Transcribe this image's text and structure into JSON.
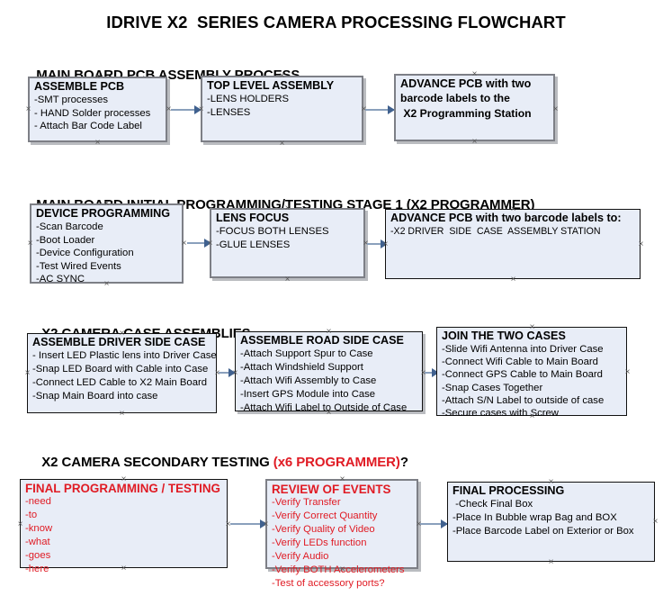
{
  "document": {
    "title": "IDRIVE X2  SERIES CAMERA PROCESSING FLOWCHART",
    "colors": {
      "box_fill": "#e8edf7",
      "box_border_black": "#111111",
      "box_border_gray": "#7d7f86",
      "accent_red": "#e01b24",
      "connector": "#8aa0bc",
      "arrow_head": "#40618f",
      "background": "#ffffff"
    }
  },
  "sections": [
    {
      "id": "main-board-pcb-assembly",
      "heading": "MAIN BOARD PCB ASSEMBLY PROCESS",
      "heading_accent": "",
      "heading_tail": "",
      "boxes": [
        {
          "id": "assemble-pcb",
          "title": "ASSEMBLE PCB",
          "lines": [
            "-SMT processes",
            "- HAND Solder processes",
            "- Attach Bar Code Label"
          ]
        },
        {
          "id": "top-level-assembly",
          "title": "TOP LEVEL ASSEMBLY",
          "lines": [
            "-LENS HOLDERS",
            "-LENSES"
          ]
        },
        {
          "id": "advance-pcb-to-x2-programming-station",
          "title": "ADVANCE PCB with two",
          "lines": [
            "barcode labels to the",
            " X2 Programming Station"
          ]
        }
      ]
    },
    {
      "id": "main-board-initial-programming",
      "heading": "MAIN BOARD INITIAL PROGRAMMING/TESTING STAGE 1 (X2 PROGRAMMER)",
      "boxes": [
        {
          "id": "device-programming",
          "title": "DEVICE PROGRAMMING",
          "lines": [
            "-Scan Barcode",
            "-Boot Loader",
            "-Device Configuration",
            "-Test Wired Events",
            "-AC SYNC"
          ]
        },
        {
          "id": "lens-focus",
          "title": "LENS FOCUS",
          "lines": [
            "-FOCUS BOTH LENSES",
            "-GLUE LENSES"
          ]
        },
        {
          "id": "advance-pcb-to-driver-side-case-station",
          "title": "ADVANCE PCB with two barcode labels to:",
          "lines": [
            "-X2 DRIVER  SIDE  CASE  ASSEMBLY STATION"
          ]
        }
      ]
    },
    {
      "id": "x2-camera-case-assemblies",
      "heading": "X2 CAMERA CASE ASSEMBLIES",
      "boxes": [
        {
          "id": "assemble-driver-side-case",
          "title": "ASSEMBLE DRIVER SIDE CASE",
          "lines": [
            "- Insert LED Plastic lens into Driver Case",
            "-Snap LED Board with Cable into Case",
            "-Connect LED Cable to X2 Main Board",
            "-Snap Main Board into case"
          ]
        },
        {
          "id": "assemble-road-side-case",
          "title": "ASSEMBLE ROAD SIDE CASE",
          "lines": [
            "-Attach Support Spur to Case",
            "-Attach Windshield Support",
            "-Attach Wifi Assembly to Case",
            "-Insert GPS Module into Case",
            "-Attach Wifi Label to Outside of Case"
          ]
        },
        {
          "id": "join-the-two-cases",
          "title": "JOIN THE TWO CASES",
          "lines": [
            "-Slide Wifi Antenna into Driver Case",
            "-Connect Wifi Cable to Main Board",
            "-Connect GPS Cable to Main Board",
            "-Snap Cases Together",
            "-Attach S/N Label to outside of case",
            "-Secure cases with Screw"
          ]
        }
      ]
    },
    {
      "id": "x2-camera-secondary-testing",
      "heading": "X2 CAMERA SECONDARY TESTING ",
      "heading_accent": "(x6 PROGRAMMER)",
      "heading_tail": "?",
      "boxes": [
        {
          "id": "final-programming-testing",
          "title": "FINAL PROGRAMMING / TESTING",
          "lines": [
            "-need",
            "-to",
            "-know",
            "-what",
            "-goes",
            "-here"
          ]
        },
        {
          "id": "review-of-events",
          "title": "REVIEW OF EVENTS",
          "lines": [
            "-Verify Transfer",
            "-Verify Correct Quantity",
            "-Verify Quality of Video",
            "-Verify LEDs function",
            "-Verify Audio",
            "-Verify BOTH Accelerometers",
            "-Test of accessory ports?"
          ]
        },
        {
          "id": "final-processing",
          "title": "FINAL PROCESSING",
          "lines": [
            " -Check Final Box",
            "-Place In Bubble wrap Bag and BOX",
            "-Place Barcode Label on Exterior or Box"
          ]
        }
      ]
    }
  ]
}
